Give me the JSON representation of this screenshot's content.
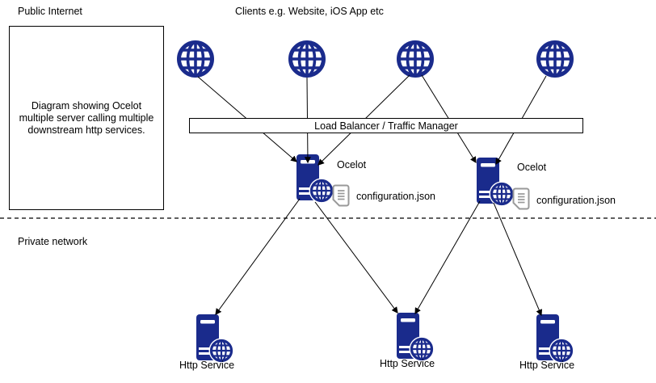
{
  "labels": {
    "public_internet": "Public Internet",
    "clients": "Clients e.g. Website, iOS App etc",
    "description": "Diagram showing Ocelot multiple server calling multiple downstream http services.",
    "load_balancer": "Load Balancer / Traffic Manager",
    "private_network": "Private network"
  },
  "ocelots": [
    {
      "label": "Ocelot",
      "config_file": "configuration.json"
    },
    {
      "label": "Ocelot",
      "config_file": "configuration.json"
    }
  ],
  "services": [
    {
      "label": "Http Service"
    },
    {
      "label": "Http Service"
    },
    {
      "label": "Http Service"
    }
  ],
  "icons": {
    "client": "globe-icon",
    "gateway": "server-icon",
    "config": "document-icon"
  },
  "colors": {
    "icon_navy": "#1a2b8c",
    "document_gray": "#999999",
    "line_black": "#000000",
    "background": "#ffffff"
  }
}
